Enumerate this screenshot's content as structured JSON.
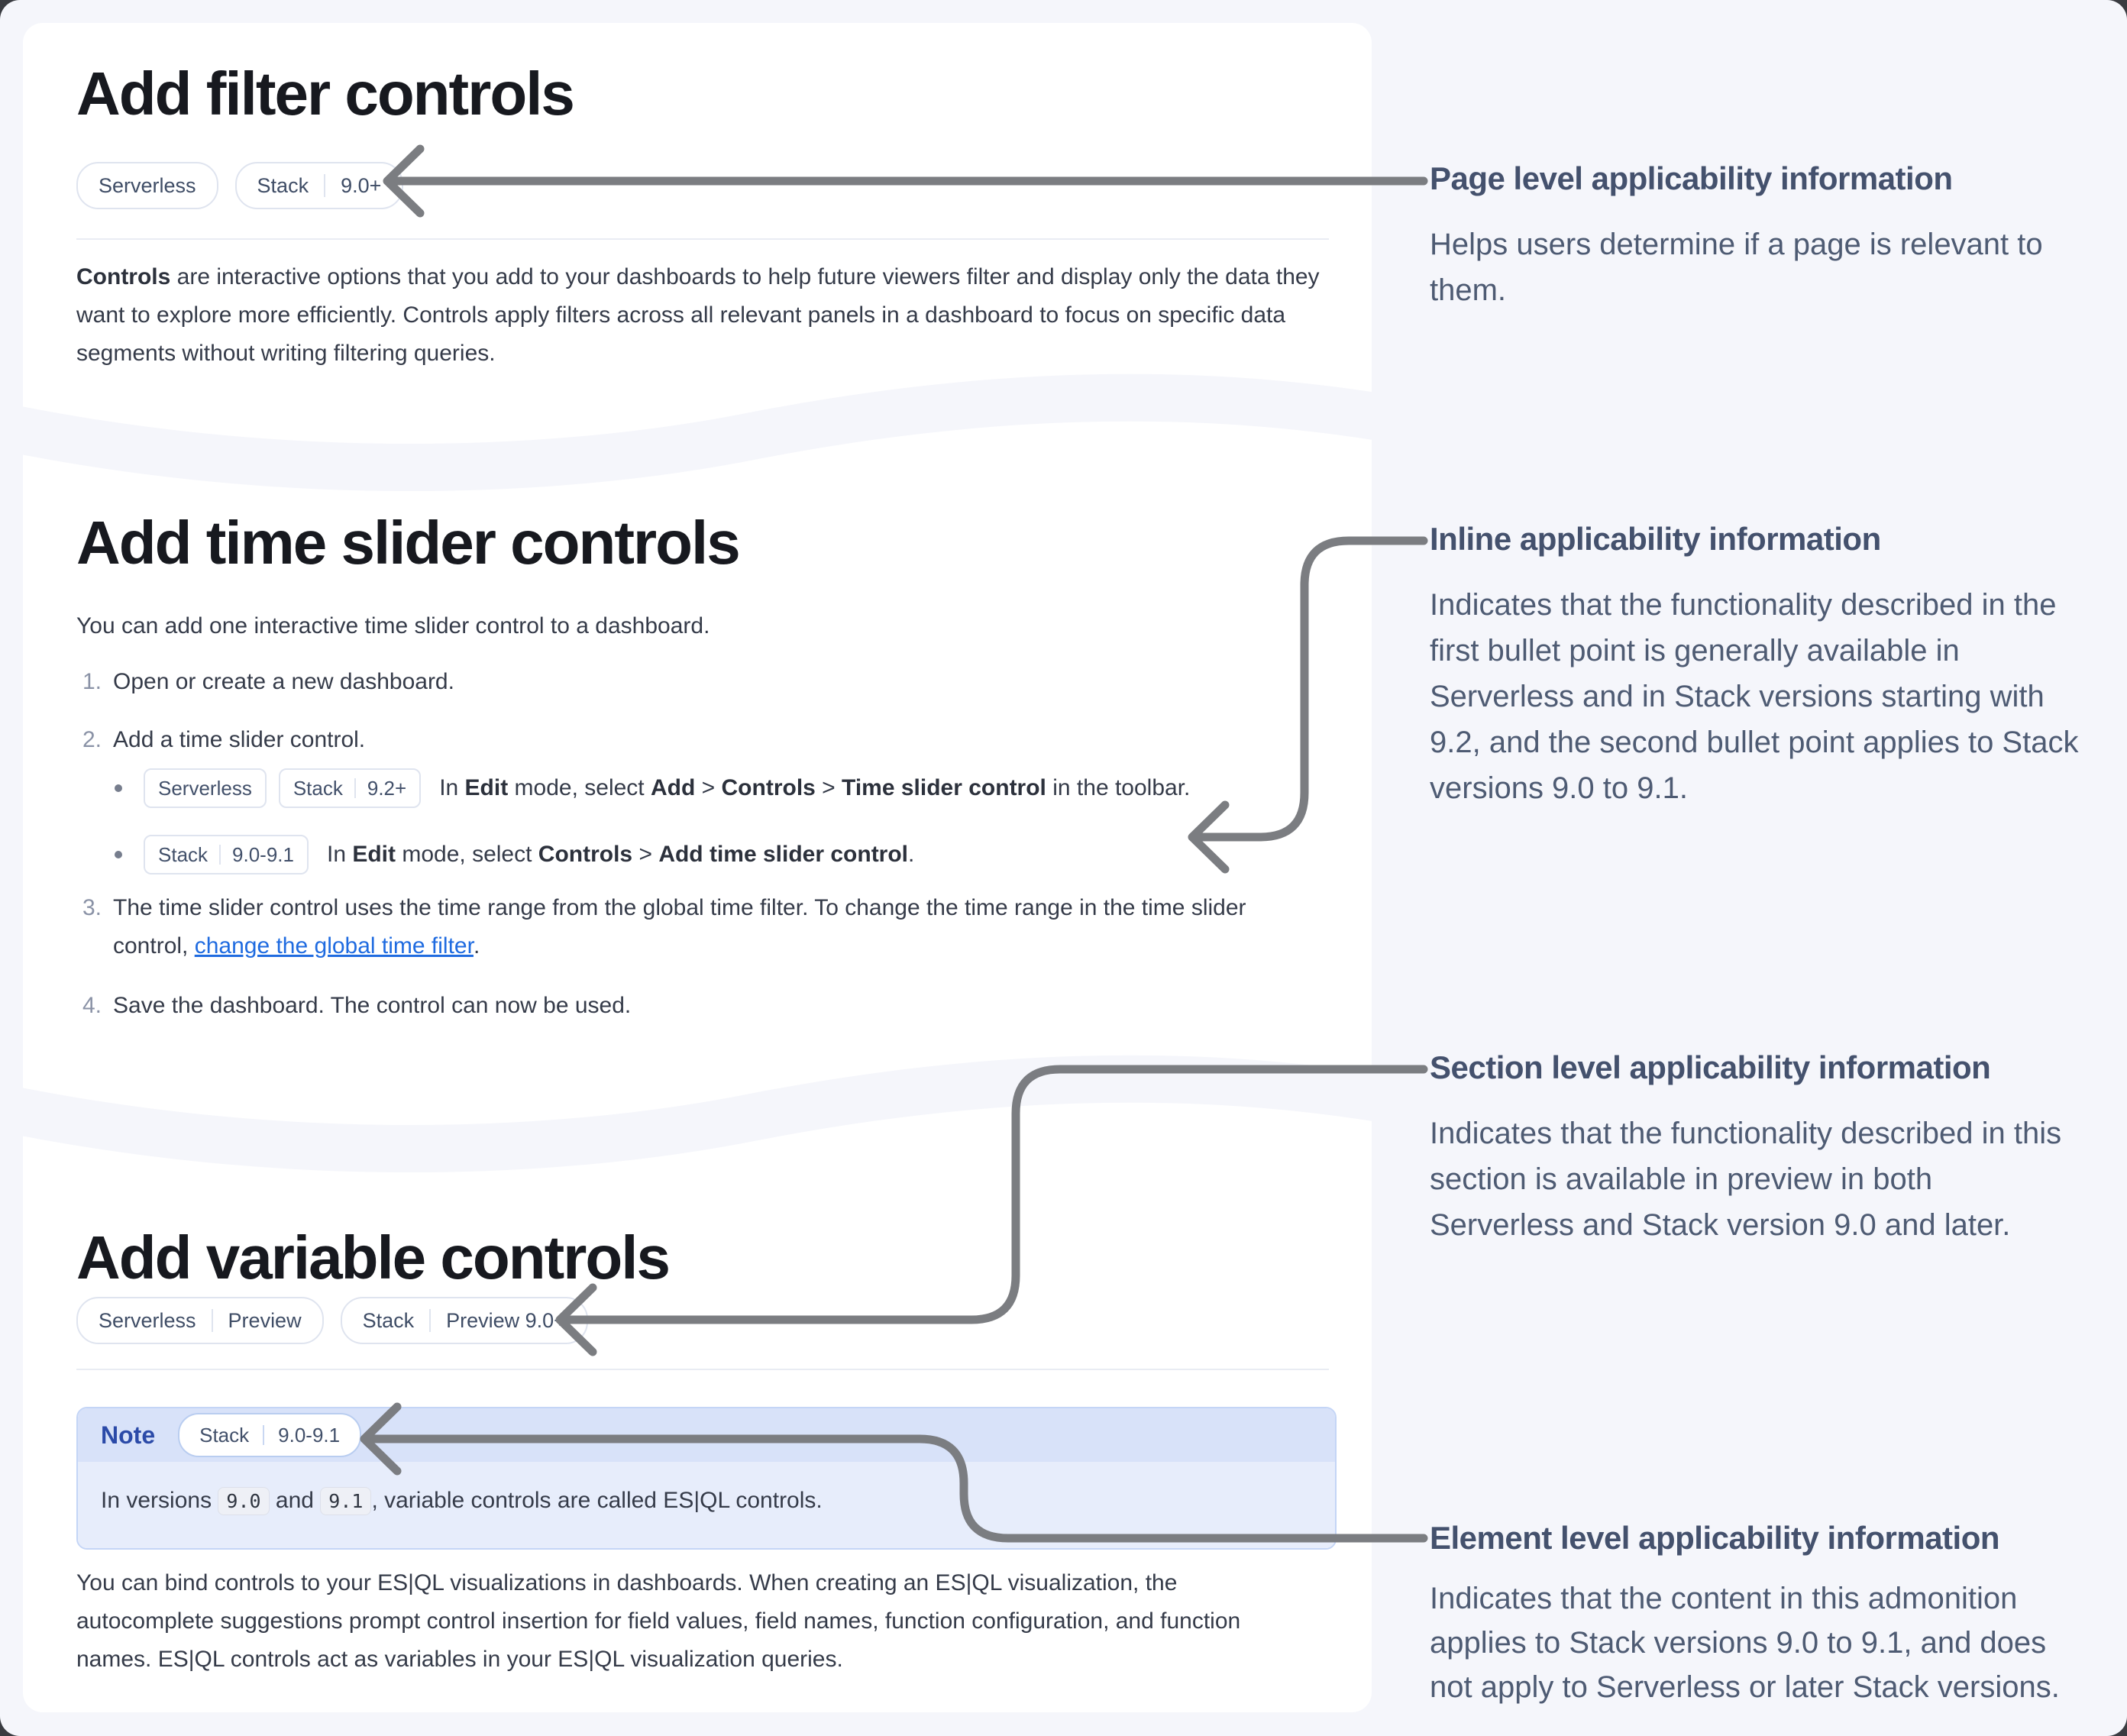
{
  "colors": {
    "page_background": "#f5f6fb",
    "card_background": "#ffffff",
    "link_blue": "#1f6be0",
    "note_label_blue": "#2b4aa8",
    "note_header_bg": "#d8e2f9",
    "note_body_bg": "#e7edfb",
    "arrow_gray": "#7b7d81",
    "badge_border": "#dfe4ef"
  },
  "sections": [
    {
      "title": "Add filter controls",
      "badges": [
        [
          "Serverless"
        ],
        [
          "Stack",
          "9.0+"
        ]
      ],
      "intro_runs": [
        {
          "t": "Controls",
          "s": "bold"
        },
        {
          "t": " are interactive options that you add to your dashboards to help future viewers filter and display only the data they want to explore more efficiently. Controls apply filters across all relevant panels in a dashboard to focus on specific data segments without writing filtering queries."
        }
      ]
    },
    {
      "title": "Add time slider controls",
      "intro": "You can add one interactive time slider control to a dashboard.",
      "steps": [
        {
          "num": "1.",
          "runs": [
            {
              "t": "Open or create a new dashboard."
            }
          ]
        },
        {
          "num": "2.",
          "runs": [
            {
              "t": "Add a time slider control."
            }
          ],
          "bullets": [
            {
              "badges": [
                [
                  "Serverless"
                ],
                [
                  "Stack",
                  "9.2+"
                ]
              ],
              "runs": [
                {
                  "t": "In "
                },
                {
                  "t": "Edit",
                  "s": "bold"
                },
                {
                  "t": " mode, select "
                },
                {
                  "t": "Add",
                  "s": "bold"
                },
                {
                  "t": " > "
                },
                {
                  "t": "Controls",
                  "s": "bold"
                },
                {
                  "t": " > "
                },
                {
                  "t": "Time slider control",
                  "s": "bold"
                },
                {
                  "t": " in the toolbar."
                }
              ]
            },
            {
              "badges": [
                [
                  "Stack",
                  "9.0-9.1"
                ]
              ],
              "runs": [
                {
                  "t": "In "
                },
                {
                  "t": "Edit",
                  "s": "bold"
                },
                {
                  "t": " mode, select "
                },
                {
                  "t": "Controls",
                  "s": "bold"
                },
                {
                  "t": " > "
                },
                {
                  "t": "Add time slider control",
                  "s": "bold"
                },
                {
                  "t": "."
                }
              ]
            }
          ]
        },
        {
          "num": "3.",
          "runs": [
            {
              "t": "The time slider control uses the time range from the global time filter. To change the time range in the time slider control, "
            },
            {
              "t": "change the global time filter",
              "s": "link"
            },
            {
              "t": "."
            }
          ]
        },
        {
          "num": "4.",
          "runs": [
            {
              "t": "Save the dashboard. The control can now be used."
            }
          ]
        }
      ]
    },
    {
      "title": "Add variable controls",
      "badges": [
        [
          "Serverless",
          "Preview"
        ],
        [
          "Stack",
          "Preview 9.0+"
        ]
      ],
      "note": {
        "label": "Note",
        "badge": [
          "Stack",
          "9.0-9.1"
        ],
        "runs": [
          {
            "t": "In versions "
          },
          {
            "t": "9.0",
            "s": "code"
          },
          {
            "t": " and "
          },
          {
            "t": "9.1",
            "s": "code"
          },
          {
            "t": ", variable controls are called ES|QL controls."
          }
        ]
      },
      "outro_runs": [
        {
          "t": "You can bind controls to your ES|QL visualizations in dashboards. When creating an ES|QL visualization, the autocomplete suggestions prompt control insertion for field values, field names, function configuration, and function names. ES|QL controls act as variables in your ES|QL visualization queries."
        }
      ]
    }
  ],
  "annotations": [
    {
      "title": "Page level applicability information",
      "body": "Helps users determine if a page is relevant to them."
    },
    {
      "title": "Inline applicability information",
      "body": "Indicates that the functionality described in the first bullet point is generally available in Serverless and in Stack versions starting with 9.2, and the second bullet point applies to Stack versions 9.0 to 9.1."
    },
    {
      "title": "Section level applicability information",
      "body": "Indicates that the functionality described in this section is available in preview in both Serverless and Stack version 9.0 and later."
    },
    {
      "title": "Element level applicability information",
      "body": "Indicates that the content in this admonition applies to Stack versions 9.0 to 9.1, and does not apply to Serverless or later Stack versions."
    }
  ]
}
